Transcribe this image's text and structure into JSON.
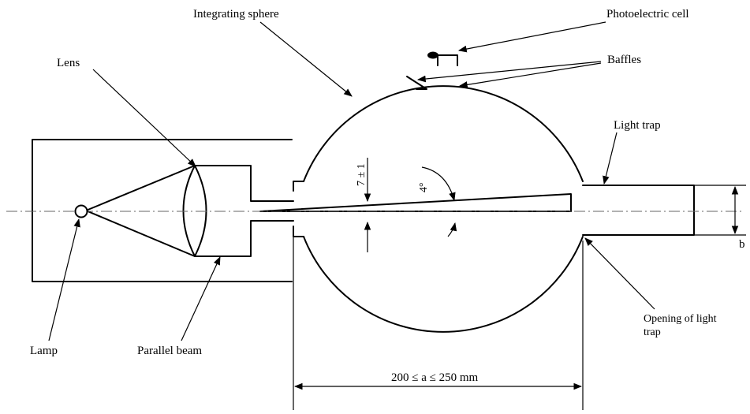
{
  "labels": {
    "integrating_sphere": "Integrating sphere",
    "photoelectric_cell": "Photoelectric cell",
    "baffles": "Baffles",
    "lens": "Lens",
    "light_trap": "Light trap",
    "lamp": "Lamp",
    "parallel_beam": "Parallel beam",
    "opening_line1": "Opening of light",
    "opening_line2": "trap",
    "dim_a": "200 ≤ a ≤ 250 mm",
    "dim_7": "7 ± 1",
    "dim_angle": "4°",
    "dim_b": "b"
  }
}
